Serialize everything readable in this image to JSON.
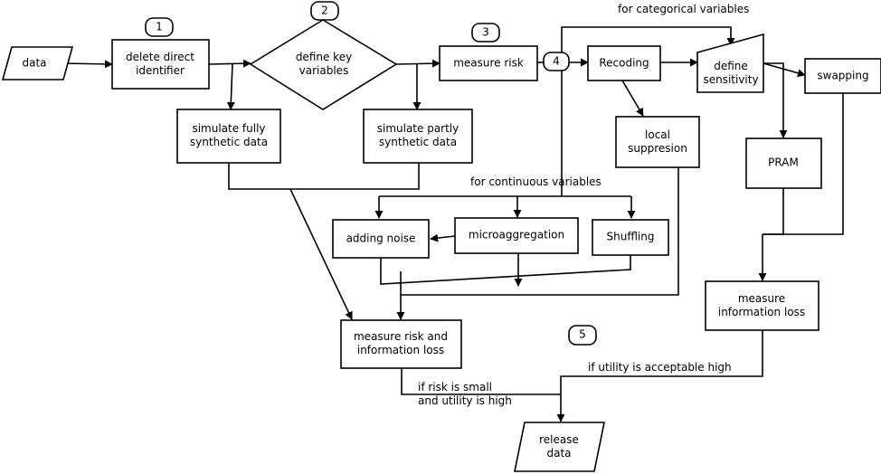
{
  "nodes": {
    "data": "data",
    "delete": "delete direct\nidentifier",
    "define_key": "define key\nvariables",
    "sim_fully": "simulate fully\nsynthetic data",
    "sim_partly": "simulate partly\nsynthetic data",
    "measure_risk": "measure risk",
    "recoding": "Recoding",
    "define_sens": "define\nsensitivity",
    "swapping": "swapping",
    "local_supp": "local\nsuppresion",
    "pram": "PRAM",
    "adding_noise": "adding noise",
    "microaggregation": "microaggregation",
    "shuffling": "Shuffling",
    "measure_risk_info": "measure risk and\ninformation loss",
    "measure_info": "measure\ninformation loss",
    "release": "release\ndata"
  },
  "steps": {
    "s1": "1",
    "s2": "2",
    "s3": "3",
    "s4": "4",
    "s5": "5"
  },
  "labels": {
    "categorical": "for categorical variables",
    "continuous": "for continuous variables",
    "risk_small": "if risk is small\nand utility is high",
    "utility_ok": "if utility is acceptable high"
  }
}
